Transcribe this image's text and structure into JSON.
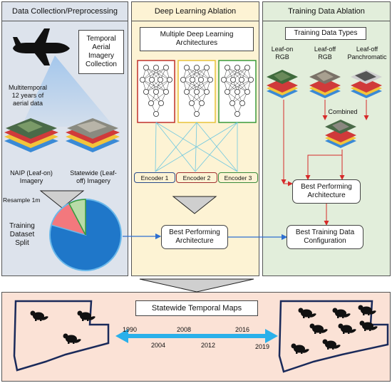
{
  "panels": {
    "collection": {
      "title": "Data Collection/Preprocessing",
      "box_label_1": "Temporal",
      "box_label_2": "Aerial",
      "box_label_3": "Imagery",
      "box_label_4": "Collection",
      "multitemporal_1": "Multitemporal",
      "multitemporal_2": "12 years of",
      "multitemporal_3": "aerial data",
      "naip_1": "NAIP (Leaf-on)",
      "naip_2": "Imagery",
      "statewide_1": "Statewide (Leaf-",
      "statewide_2": "off) Imagery",
      "resample": "Resample 1m",
      "split_1": "Training",
      "split_2": "Dataset",
      "split_3": "Split"
    },
    "deep": {
      "title": "Deep Learning Ablation",
      "arch_1": "Multiple Deep Learning",
      "arch_2": "Architectures",
      "encoders": [
        "Encoder 1",
        "Encoder 2",
        "Encoder 3"
      ],
      "best_1": "Best Performing",
      "best_2": "Architecture"
    },
    "training": {
      "title": "Training Data Ablation",
      "types": "Training Data Types",
      "leafon_1": "Leaf-on",
      "leafon_2": "RGB",
      "leafoff_1": "Leaf-off",
      "leafoff_2": "RGB",
      "pan_1": "Leaf-off",
      "pan_2": "Panchromatic",
      "combined": "Combined",
      "best_1": "Best Performing",
      "best_2": "Architecture",
      "config_1": "Best Training Data",
      "config_2": "Configuration"
    },
    "maps": {
      "title": "Statewide Temporal Maps",
      "years_top": [
        "1990",
        "2008",
        "2016"
      ],
      "years_bottom": [
        "2004",
        "2012",
        "2019"
      ]
    }
  },
  "colors": {
    "panel_left": "#dde3ec",
    "panel_mid": "#fdf3d4",
    "panel_right": "#e2eedb",
    "panel_bottom": "#fbe2d6",
    "pie_main": "#1f77c9",
    "pie_red": "#f3787d",
    "pie_green": "#b8dca8",
    "timeline": "#2ab0ea",
    "arrow_blue": "#2e6fd0",
    "arrow_red": "#d62a2a",
    "encoder_blue": "#2a4a8a",
    "encoder_red": "#a03030",
    "encoder_green": "#3a8a3a"
  },
  "icons": [
    "airplane-icon",
    "beaver-icon",
    "neural-network-icon",
    "image-stack-icon",
    "pie-chart-icon"
  ]
}
